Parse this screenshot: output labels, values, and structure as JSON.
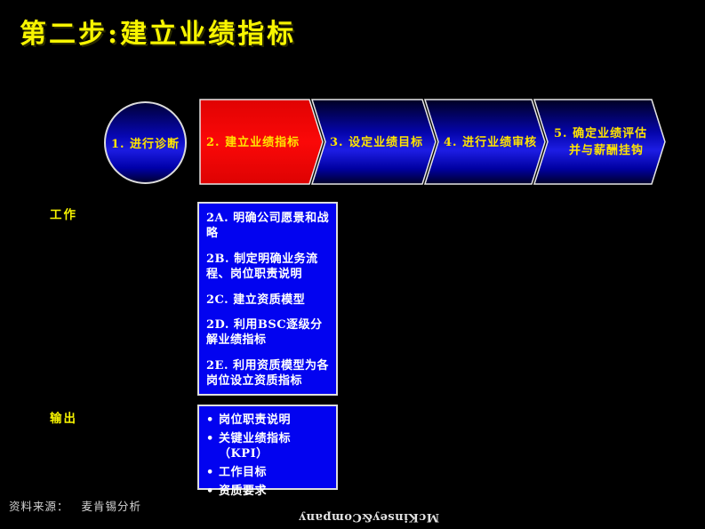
{
  "title": "第二步:建立业绩指标",
  "flow": {
    "steps": [
      {
        "label": "1. 进行诊断",
        "shape": "circle",
        "fill": "blue"
      },
      {
        "label": "2. 建立业绩指标",
        "shape": "arrow",
        "fill": "red",
        "highlighted": true
      },
      {
        "label": "3. 设定业绩目标",
        "shape": "arrow",
        "fill": "blue"
      },
      {
        "label": "4. 进行业绩审核",
        "shape": "arrow",
        "fill": "blue"
      },
      {
        "label": "5. 确定业绩评估",
        "label2": "并与薪酬挂钩",
        "shape": "arrow",
        "fill": "blue"
      }
    ]
  },
  "work": {
    "label": "工作",
    "items": [
      "2A. 明确公司愿景和战略",
      "2B. 制定明确业务流程、岗位职责说明",
      "2C. 建立资质模型",
      "2D. 利用BSC逐级分解业绩指标",
      "2E. 利用资质模型为各岗位设立资质指标"
    ]
  },
  "output": {
    "label": "输出",
    "items": [
      "岗位职责说明",
      "关键业绩指标（KPI）",
      "工作目标",
      "资质要求"
    ]
  },
  "footer": {
    "source_label": "资料来源：",
    "source_value": "麦肯锡分析",
    "watermark": "McKinsey&Company"
  },
  "colors": {
    "background": "#000000",
    "title_yellow": "#f8f500",
    "step_label_yellow": "#ffe400",
    "highlight_red": "#ee0505",
    "step_blue_bright": "#1b1be0",
    "step_blue_dark": "#000030",
    "box_blue": "#0203f0",
    "box_text": "#ffffff",
    "border_white": "#dedede"
  }
}
